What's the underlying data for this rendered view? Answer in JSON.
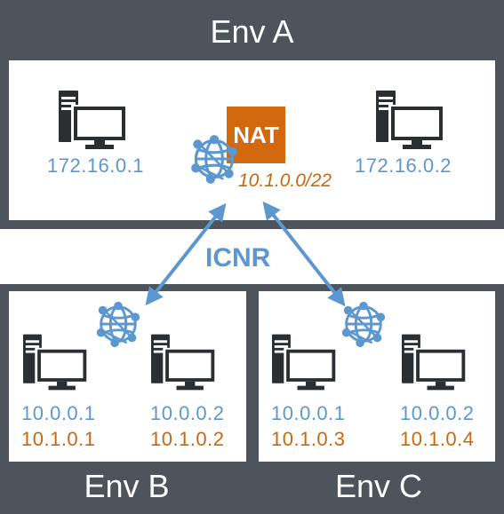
{
  "env_a": {
    "title": "Env A",
    "hosts": [
      {
        "ip": "172.16.0.1"
      },
      {
        "ip": "172.16.0.2"
      }
    ],
    "nat": {
      "label": "NAT",
      "range": "10.1.0.0/22"
    }
  },
  "link": {
    "label": "ICNR"
  },
  "env_b": {
    "title": "Env B",
    "hosts": [
      {
        "ip": "10.0.0.1",
        "mapped_ip": "10.1.0.1"
      },
      {
        "ip": "10.0.0.2",
        "mapped_ip": "10.1.0.2"
      }
    ]
  },
  "env_c": {
    "title": "Env C",
    "hosts": [
      {
        "ip": "10.0.0.1",
        "mapped_ip": "10.1.0.3"
      },
      {
        "ip": "10.0.0.2",
        "mapped_ip": "10.1.0.4"
      }
    ]
  },
  "colors": {
    "frame": "#4e545b",
    "blue": "#5c98cf",
    "orange": "#c8670f",
    "nat_box": "#d2690f",
    "icon_dark": "#2b2f33"
  },
  "icons": [
    "computer-icon",
    "network-globe-icon"
  ]
}
